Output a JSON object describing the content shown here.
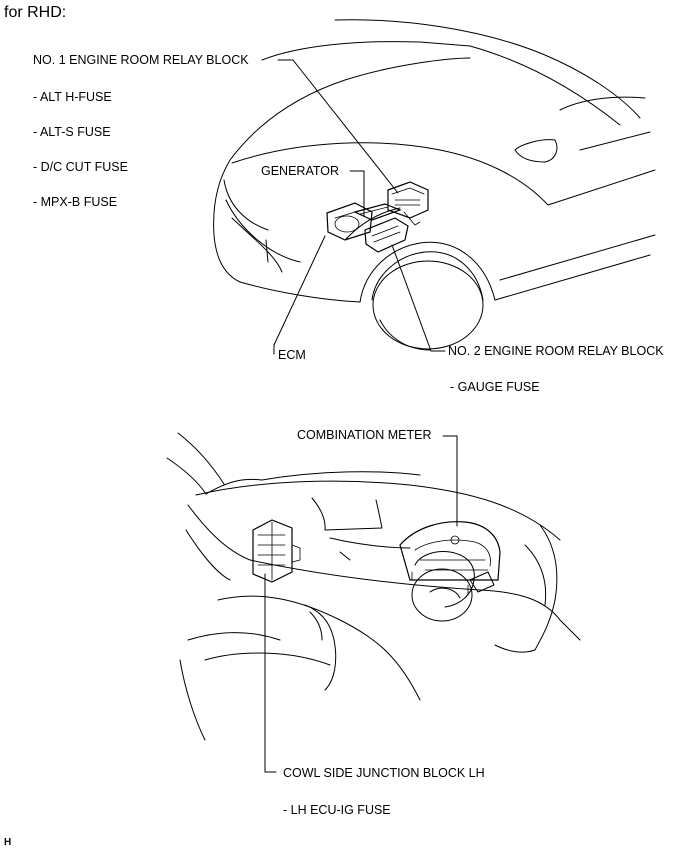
{
  "heading": "for RHD:",
  "top_diagram": {
    "relay_block_1": {
      "label": "NO. 1 ENGINE ROOM RELAY BLOCK",
      "fuses": [
        "- ALT H-FUSE",
        "- ALT-S FUSE",
        "- D/C CUT FUSE",
        "- MPX-B FUSE"
      ]
    },
    "generator_label": "GENERATOR",
    "ecm_label": "ECM",
    "relay_block_2": {
      "label": "NO. 2 ENGINE ROOM RELAY BLOCK",
      "fuses": [
        "- GAUGE FUSE"
      ]
    }
  },
  "bottom_diagram": {
    "combination_meter_label": "COMBINATION METER",
    "junction_block": {
      "label": "COWL SIDE JUNCTION BLOCK LH",
      "fuses": [
        "- LH ECU-IG FUSE"
      ]
    }
  },
  "corner_mark": "H"
}
